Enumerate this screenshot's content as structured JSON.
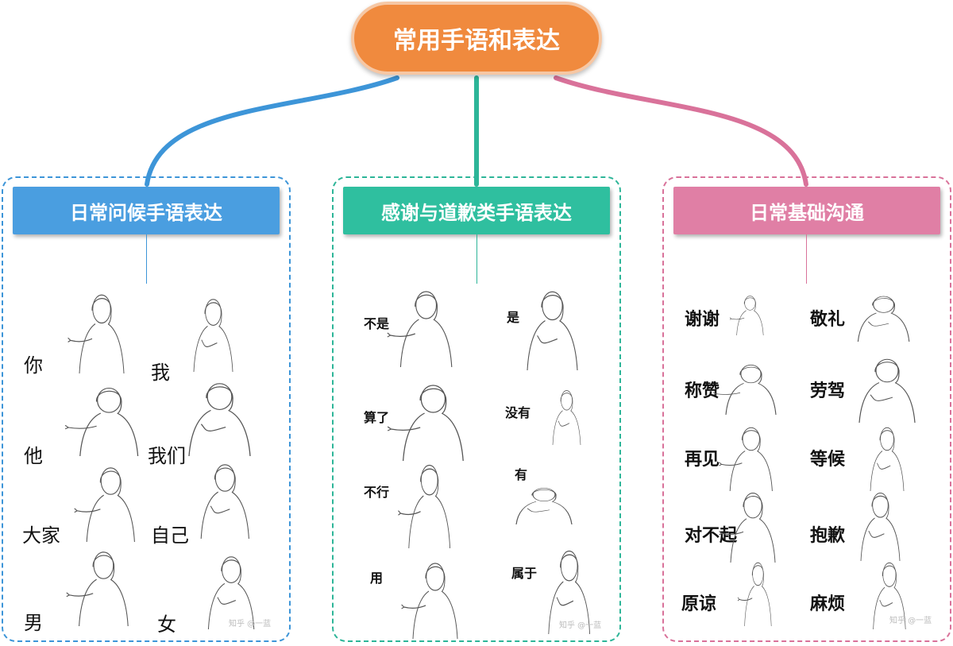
{
  "title": "常用手语和表达",
  "colors": {
    "root": "#f08a3e",
    "blue": "#3d95d8",
    "green": "#2db598",
    "pink": "#d9729a"
  },
  "categories": [
    {
      "title": "日常问候手语表达",
      "items": [
        "你",
        "我",
        "他",
        "我们",
        "大家",
        "自己",
        "男",
        "女"
      ]
    },
    {
      "title": "感谢与道歉类手语表达",
      "items": [
        "不是",
        "是",
        "算了",
        "没有",
        "不行",
        "有",
        "用",
        "属于"
      ]
    },
    {
      "title": "日常基础沟通",
      "items": [
        "谢谢",
        "敬礼",
        "称赞",
        "劳驾",
        "再见",
        "等候",
        "对不起",
        "抱歉",
        "原谅",
        "麻烦"
      ]
    }
  ],
  "watermark": "知乎 @一蓝"
}
